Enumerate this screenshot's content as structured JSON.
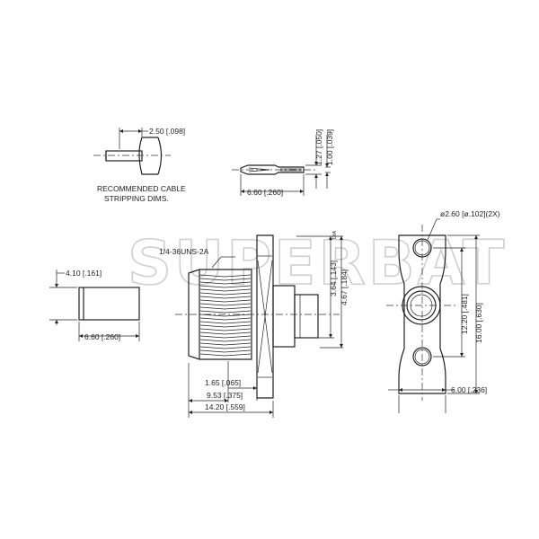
{
  "watermark": "SUPERBAT",
  "cable_strip": {
    "dim_length": "2.50 [.098]",
    "caption_line1": "RECOMMENDED CABLE",
    "caption_line2": "STRIPPING DIMS."
  },
  "contact_pin": {
    "dim_length": "6.60 [.260]",
    "dim_dia_outer": "1.27 [.050]",
    "dim_dia_inner": "1.00 [.039]"
  },
  "ferrule": {
    "dim_dia": "4.10 [.161]",
    "dim_length": "6.60 [.260]"
  },
  "connector_side": {
    "thread": "1/4-36UNS-2A",
    "dim_dia_a": "3.64 [.143]",
    "dim_dia_a_suffix": "DIA",
    "dim_dia_b": "4.67 [.184]",
    "dim_1": "1.65 [.065]",
    "dim_2": "9.53 [.375]",
    "dim_3": "14.20 [.559]"
  },
  "flange_front": {
    "hole_dia": "ø2.60 [ø.102](2X)",
    "dim_hole_spacing": "12.20 [.481]",
    "dim_height": "16.00 [.630]",
    "dim_width": "6.00 [.236]"
  }
}
